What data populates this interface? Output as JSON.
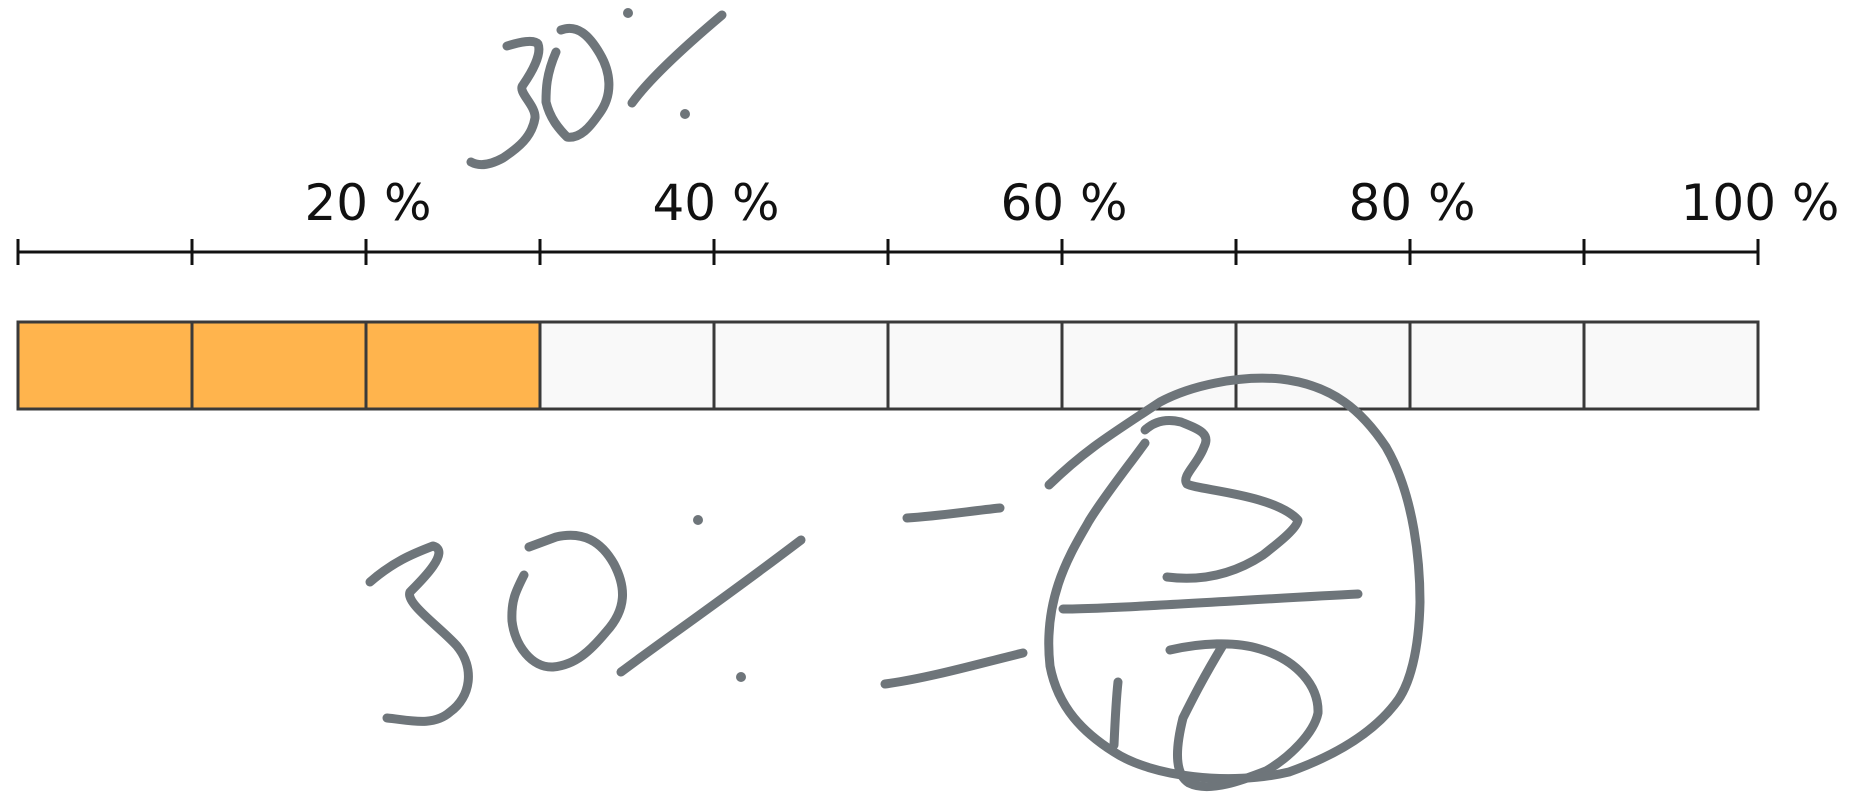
{
  "tape": {
    "tick_labels": [
      "20 %",
      "40 %",
      "60 %",
      "80 %",
      "100 %"
    ],
    "segments_total": 10,
    "segments_shaded": 3,
    "shaded_fraction": 0.3,
    "colors": {
      "shaded": "#ffb44d",
      "unshaded": "#f9f9f9",
      "grid": "#3a3a3a",
      "ink": "#6e757a"
    }
  },
  "handwriting": {
    "top_note": "30%",
    "bottom_note": "30% = 3/10"
  }
}
